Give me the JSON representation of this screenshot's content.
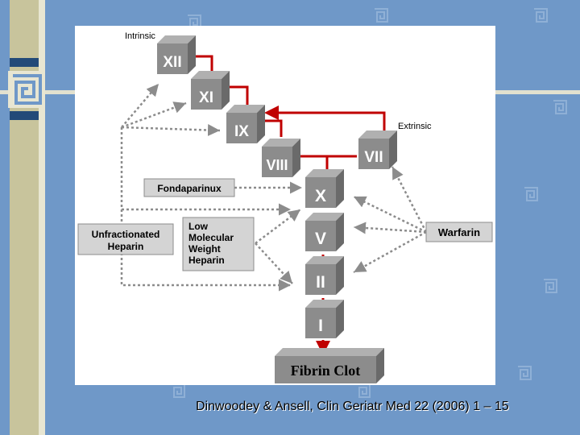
{
  "diagram": {
    "labels": {
      "intrinsic": "Intrinsic",
      "extrinsic": "Extrinsic"
    },
    "factors": {
      "xii": "XII",
      "xi": "XI",
      "ix": "IX",
      "viii": "VIII",
      "vii": "VII",
      "x": "X",
      "v": "V",
      "ii": "II",
      "i": "I"
    },
    "fibrin_clot": "Fibrin Clot",
    "drugs": {
      "fondaparinux": "Fondaparinux",
      "ufh_line1": "Unfractionated",
      "ufh_line2": "Heparin",
      "lmwh_line1": "Low",
      "lmwh_line2": "Molecular",
      "lmwh_line3": "Weight",
      "lmwh_line4": "Heparin",
      "warfarin": "Warfarin"
    },
    "colors": {
      "cascade_line": "#c00000",
      "inhibition_arrow": "#8c8c8c",
      "box_front": "#8c8c8c",
      "box_top": "#b0b0b0",
      "box_side": "#6a6a6a",
      "label_box": "#d4d4d4"
    }
  },
  "citation": "Dinwoodey & Ansell, Clin Geriatr Med 22 (2006) 1 – 15"
}
